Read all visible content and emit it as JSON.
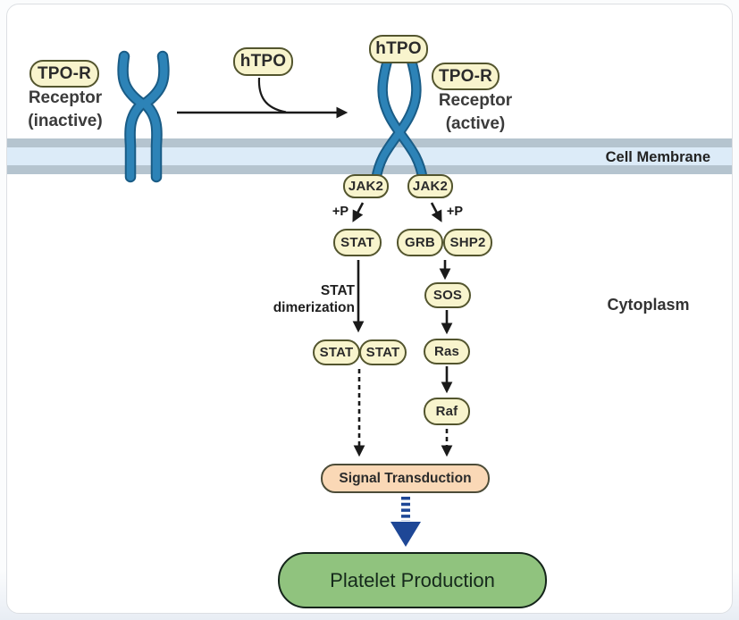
{
  "colors": {
    "pill_fill": "#f8f4cd",
    "pill_border": "#53552e",
    "receptor_blue": "#2d83b7",
    "receptor_outline": "#1a5c86",
    "membrane_gray": "#b5c4cf",
    "membrane_blue": "#dcebf8",
    "signal_box_fill": "#fad8b6",
    "signal_box_border": "#4c4c38",
    "platelet_green": "#90c37e",
    "platelet_border": "#14241a",
    "arrow_black": "#1a1a1a",
    "blue_arrow": "#1e4796"
  },
  "inactive_receptor": {
    "tag": "TPO-R",
    "line1": "Receptor",
    "line2": "(inactive)"
  },
  "free_ligand": "hTPO",
  "active_receptor": {
    "ligand": "hTPO",
    "tag": "TPO-R",
    "line1": "Receptor",
    "line2": "(active)"
  },
  "membrane_label": "Cell Membrane",
  "cytoplasm_label": "Cytoplasm",
  "kinases": {
    "jak2_left": "JAK2",
    "jak2_right": "JAK2",
    "phospho_left": "+P",
    "phospho_right": "+P"
  },
  "stat_pathway": {
    "stat": "STAT",
    "dimerization_line1": "STAT",
    "dimerization_line2": "dimerization",
    "dimer_left": "STAT",
    "dimer_right": "STAT"
  },
  "ras_pathway": {
    "grb": "GRB",
    "shp2": "SHP2",
    "sos": "SOS",
    "ras": "Ras",
    "raf": "Raf"
  },
  "outcome": {
    "signal": "Signal Transduction",
    "platelet": "Platelet Production"
  }
}
